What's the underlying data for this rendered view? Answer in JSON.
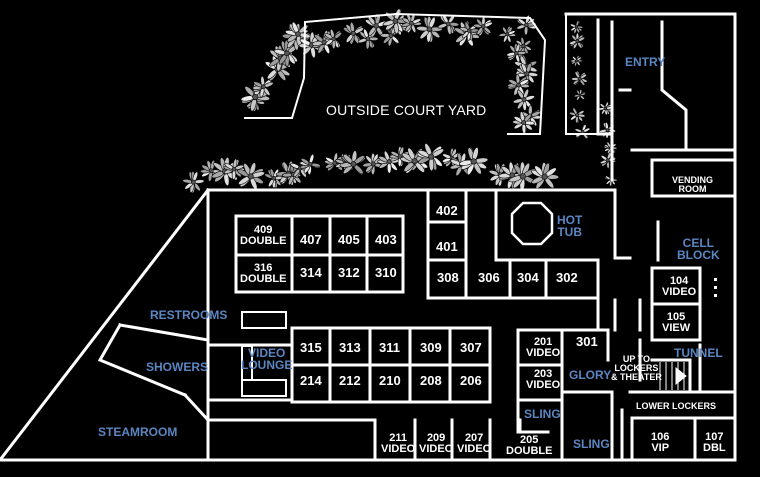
{
  "title": "OUTSIDE COURT YARD",
  "areas": {
    "entry": "ENTRY",
    "vending": [
      "VENDING",
      "ROOM"
    ],
    "hot_tub": [
      "HOT",
      "TUB"
    ],
    "cell_block": [
      "CELL",
      "BLOCK"
    ],
    "restrooms": "RESTROOMS",
    "showers": "SHOWERS",
    "steamroom": "STEAMROOM",
    "video_lounge": [
      "VIDEO",
      "LOUNGE"
    ],
    "tunnel": "TUNNEL",
    "glory": "GLORY",
    "sling_upper": "SLING",
    "sling_lower": "SLING",
    "up_to_lockers": [
      "UP TO",
      "LOCKERS",
      "& THEATER"
    ],
    "lower_lockers": "LOWER LOCKERS"
  },
  "rooms": {
    "r409": [
      "409",
      "DOUBLE"
    ],
    "r407": "407",
    "r405": "405",
    "r403": "403",
    "r402": "402",
    "r401": "401",
    "r316": [
      "316",
      "DOUBLE"
    ],
    "r314": "314",
    "r312": "312",
    "r310": "310",
    "r308": "308",
    "r306": "306",
    "r304": "304",
    "r302": "302",
    "r315": "315",
    "r313": "313",
    "r311": "311",
    "r309": "309",
    "r307": "307",
    "r214": "214",
    "r212": "212",
    "r210": "210",
    "r208": "208",
    "r206": "206",
    "r201": [
      "201",
      "VIDEO"
    ],
    "r203": [
      "203",
      "VIDEO"
    ],
    "r301": "301",
    "r211": [
      "211",
      "VIDEO"
    ],
    "r209": [
      "209",
      "VIDEO"
    ],
    "r207": [
      "207",
      "VIDEO"
    ],
    "r205": [
      "205",
      "DOUBLE"
    ],
    "r104": [
      "104",
      "VIDEO"
    ],
    "r105": [
      "105",
      "VIEW"
    ],
    "r106": [
      "106",
      "VIP"
    ],
    "r107": [
      "107",
      "DBL"
    ]
  },
  "colors": {
    "background": "#000000",
    "walls": "#ffffff",
    "area_label": "#5a86c2",
    "foliage": "#bdbdbd"
  }
}
